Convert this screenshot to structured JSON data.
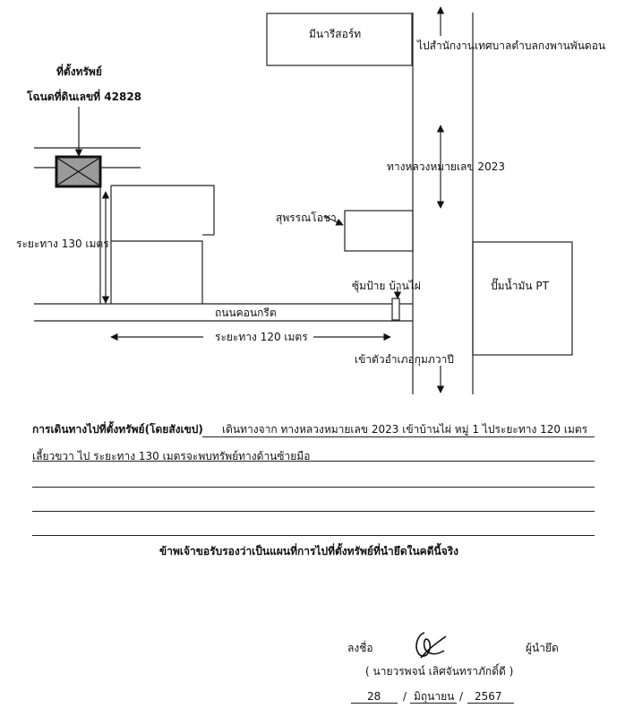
{
  "map": {
    "resort": "มีนารีสอร์ท",
    "to_office": "ไปสำนักงานเทศบาลตำบลกงพานพันดอน",
    "location_title": "ที่ตั้งทรัพย์",
    "parcel": "โฉนดที่ดินเลขที่ 42828",
    "highway": "ทางหลวงหมายเลข 2023",
    "shop": "สุพรรณโอชา",
    "dist_130": "ระยะทาง  130 เมตร",
    "sign": "ซุ้มป้าย บ้านไผ่",
    "gas_station": "ปั๊มน้ำมัน PT",
    "concrete_road": "ถนนคอนกรีต",
    "dist_120": "ระยะทาง 120 เมตร",
    "to_district": "เข้าตัวอำเภอกุมภวาปี"
  },
  "directions": {
    "label": "การเดินทางไปที่ตั้งทรัพย์(โดยสังเขป)",
    "line1": "เดินทางจาก ทางหลวงหมายเลข 2023 เข้าบ้านไผ่ หมู่ 1 ไประยะทาง 120 เมตร",
    "line2": "เลี้ยวขวา ไป ระยะทาง 130 เมตรจะพบทรัพย์ทางด้านซ้ายมือ"
  },
  "certification": "ข้าพเจ้าขอรับรองว่าเป็นแผนที่การไปที่ตั้งทรัพย์ที่นำยึดในคดีนี้จริง",
  "signature": {
    "sign_label": "ลงชื่อ",
    "role": "ผู้นำยึด",
    "name": "( นายวรพจน์ เลิศจันทราภักดิ์ดี )",
    "day": "28",
    "month": "มิถุนายน",
    "year": "2567",
    "sep": "/"
  },
  "colors": {
    "ink": "#111111",
    "parcel_fill": "#9a9a9a"
  }
}
